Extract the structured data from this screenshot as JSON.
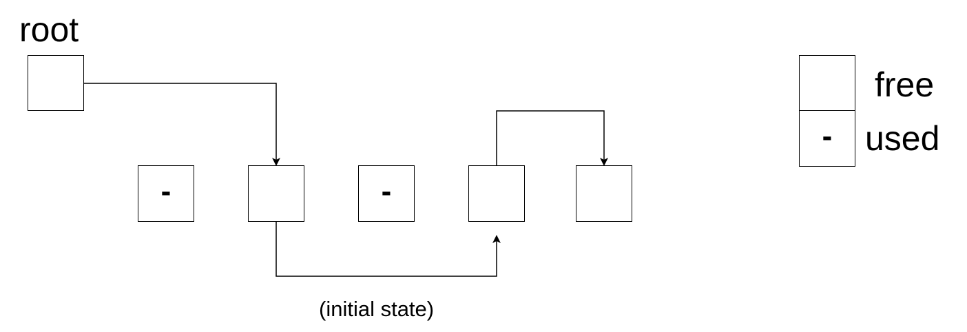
{
  "diagram": {
    "root_label": "root",
    "caption": "(initial state)",
    "used_mark": "-",
    "legend": {
      "free_label": "free",
      "used_label": "used",
      "used_mark": "-"
    },
    "blocks": [
      {
        "id": "block-1",
        "state": "used",
        "mark": "-"
      },
      {
        "id": "block-2",
        "state": "free",
        "mark": ""
      },
      {
        "id": "block-3",
        "state": "used",
        "mark": "-"
      },
      {
        "id": "block-4",
        "state": "free",
        "mark": ""
      },
      {
        "id": "block-5",
        "state": "free",
        "mark": ""
      }
    ],
    "links": [
      {
        "from": "root",
        "to": "block-2"
      },
      {
        "from": "block-2",
        "to": "block-4"
      },
      {
        "from": "block-4",
        "to": "block-5"
      }
    ]
  }
}
